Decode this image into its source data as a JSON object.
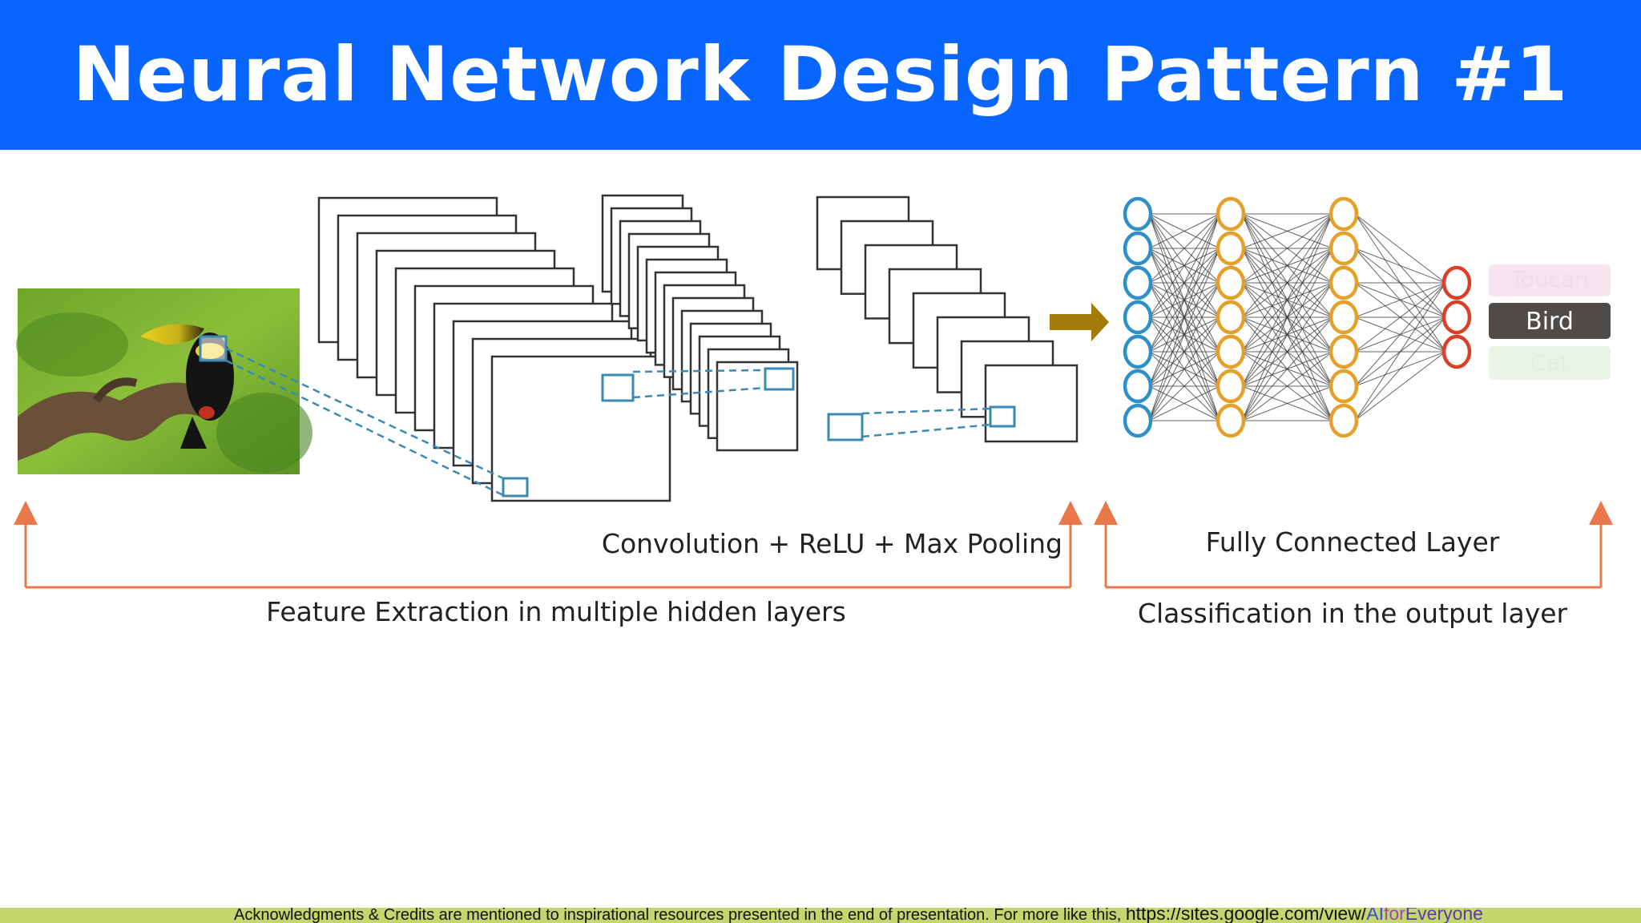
{
  "slide": {
    "title": "Neural Network Design Pattern #1"
  },
  "diagram": {
    "conv_label": "Convolution + ReLU + Max Pooling",
    "fc_label": "Fully Connected Layer",
    "feature_caption": "Feature Extraction in multiple hidden layers",
    "class_caption": "Classification in the output layer",
    "outputs": [
      "Toucan",
      "Bird",
      "Cat"
    ],
    "selected_output": "Bird",
    "input_image": "toucan-photo",
    "colors": {
      "title_bg": "#0866ff",
      "bracket": "#e8784a",
      "arrow": "#a47a08",
      "receptive_field": "#3a8ab4",
      "input_neurons": "#2f8fc8",
      "hidden_neurons": "#e6a028",
      "output_neurons": "#d84028",
      "selected_label_bg": "#4e4b48",
      "footer_bg": "#c4d66e"
    }
  },
  "footer": {
    "text": "Acknowledgments & Credits are mentioned to inspirational resources presented in the end of presentation.  For more like this, ",
    "link_prefix": "https://sites.google.com/view/",
    "link_ai": "AI",
    "link_for": "for",
    "link_everyone": "Everyone"
  }
}
